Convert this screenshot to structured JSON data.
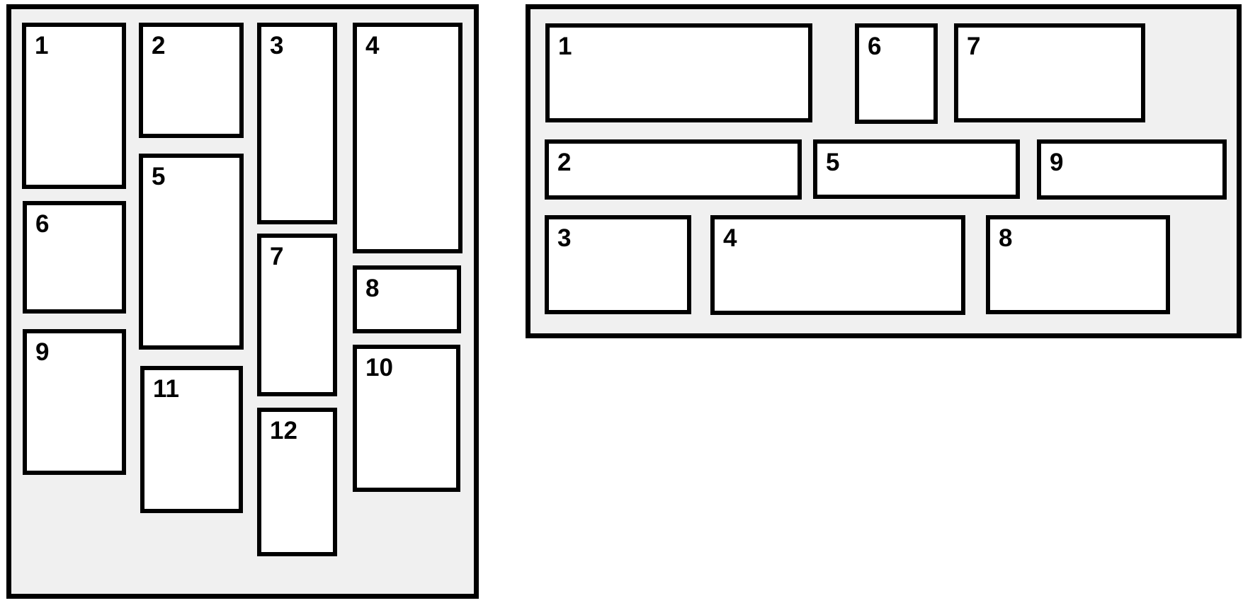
{
  "colors": {
    "page_bg": "#ffffff",
    "panel_bg": "#f0f0f0",
    "border": "#000000",
    "item_bg": "#ffffff",
    "label": "#000000"
  },
  "left_panel": {
    "items": [
      {
        "label": "1"
      },
      {
        "label": "2"
      },
      {
        "label": "3"
      },
      {
        "label": "4"
      },
      {
        "label": "5"
      },
      {
        "label": "6"
      },
      {
        "label": "7"
      },
      {
        "label": "8"
      },
      {
        "label": "9"
      },
      {
        "label": "10"
      },
      {
        "label": "11"
      },
      {
        "label": "12"
      }
    ]
  },
  "right_panel": {
    "items": [
      {
        "label": "1"
      },
      {
        "label": "2"
      },
      {
        "label": "3"
      },
      {
        "label": "4"
      },
      {
        "label": "5"
      },
      {
        "label": "6"
      },
      {
        "label": "7"
      },
      {
        "label": "8"
      },
      {
        "label": "9"
      }
    ]
  }
}
